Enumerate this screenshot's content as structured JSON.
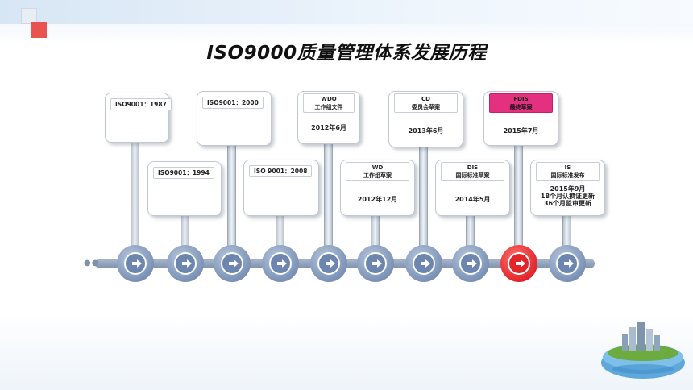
{
  "title": "ISO9000质量管理体系发展历程",
  "milestones": [
    {
      "label": "ISO9001：1987"
    },
    {
      "label": "ISO9001：1994"
    },
    {
      "label": "ISO9001：2000"
    },
    {
      "label": "ISO 9001：2008"
    },
    {
      "tag": "WDO\n工作组文件",
      "date": "2012年6月"
    },
    {
      "tag": "WD\n工作组草案",
      "date": "2012年12月"
    },
    {
      "tag": "CD\n委员会草案",
      "date": "2013年6月"
    },
    {
      "tag": "DIS\n国际标准草案",
      "date": "2014年5月"
    },
    {
      "tag": "FDIS\n最终草案",
      "date": "2015年7月"
    },
    {
      "tag": "IS\n国际标准发布",
      "date": "2015年9月\n18个月认换证更新\n36个月监审更新"
    }
  ],
  "active_node_index": 8,
  "colors": {
    "accent_red": "#e3262a",
    "fdis_pink": "#e3317f",
    "node_blue": "#7b92b6"
  },
  "icons": {
    "node": "arrow-right-circle-icon",
    "decor": "city-globe-icon"
  }
}
